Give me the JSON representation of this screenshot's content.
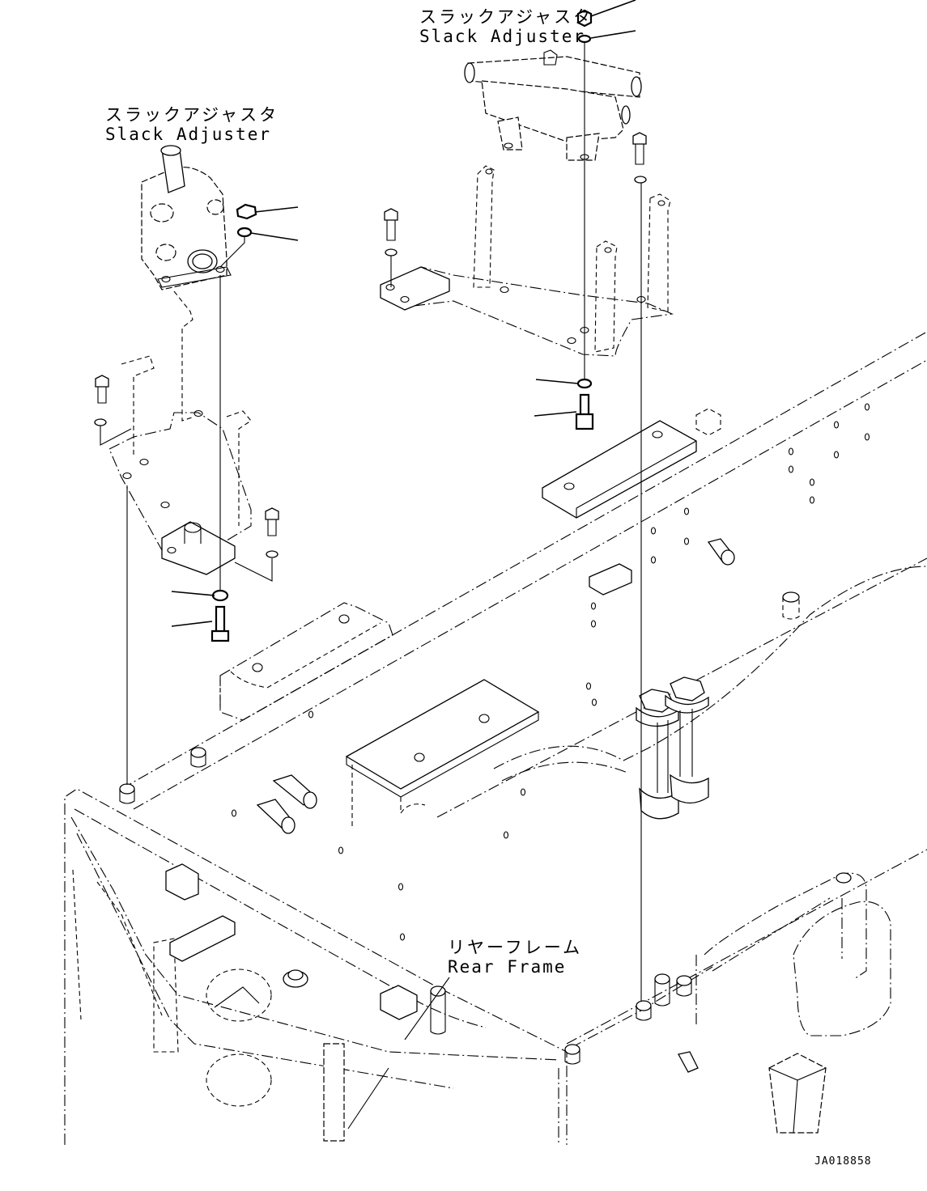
{
  "diagram": {
    "type": "exploded parts view",
    "labels": {
      "slack_adjuster_top": {
        "jp": "スラックアジャスタ",
        "en": "Slack Adjuster"
      },
      "slack_adjuster_left": {
        "jp": "スラックアジャスタ",
        "en": "Slack Adjuster"
      },
      "rear_frame": {
        "jp": "リヤーフレーム",
        "en": "Rear Frame"
      }
    },
    "drawing_code": "JA018858",
    "colors": {
      "line": "#000000",
      "background": "#ffffff"
    }
  }
}
